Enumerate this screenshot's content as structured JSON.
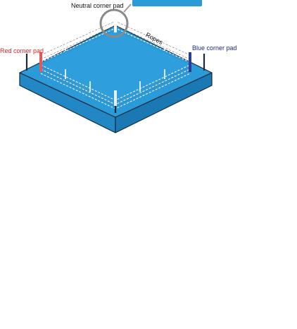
{
  "labels": {
    "neutral_corner": "Neutral corner pad",
    "red_corner": "Red corner pad",
    "blue_corner": "Blue corner pad",
    "ropes": "Ropes"
  },
  "colors": {
    "platform_top": "#2b9ad8",
    "platform_side_left": "#2187c5",
    "platform_side_right": "#1a78b3",
    "outline": "#1a2a3a",
    "red_pad": "#e05a5a",
    "blue_pad": "#2a3d9a",
    "neutral_pad": "#ffffff",
    "callout_ring": "#9a9a9a"
  }
}
